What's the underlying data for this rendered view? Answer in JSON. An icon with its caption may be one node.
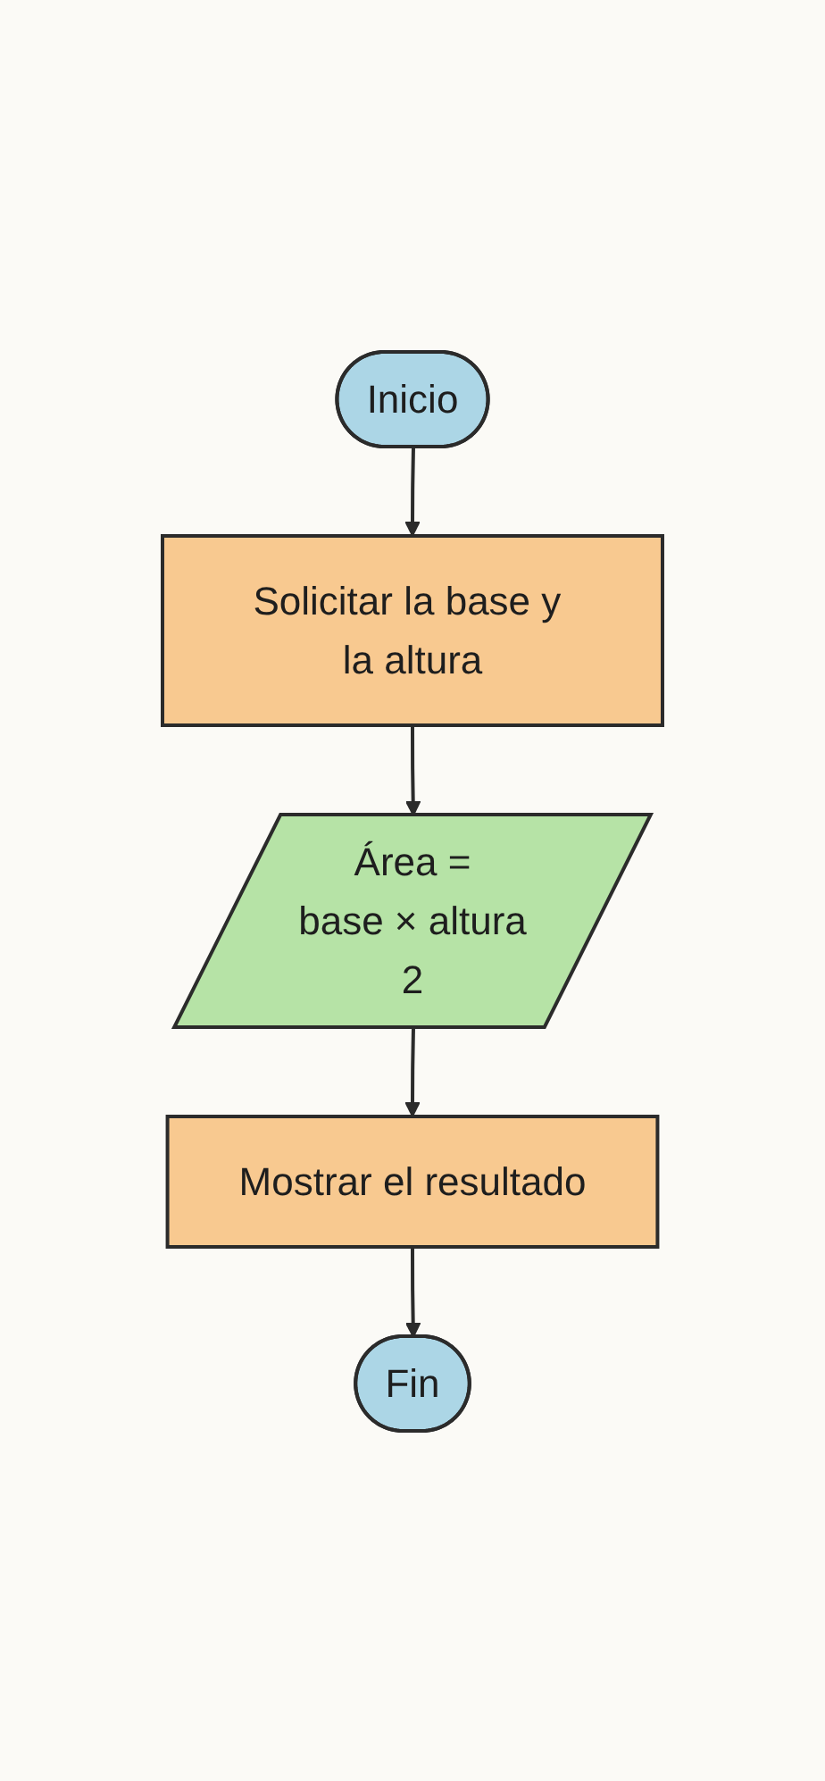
{
  "diagram": {
    "nodes": [
      {
        "text": [
          "Inicio"
        ]
      },
      {
        "text": [
          "Solicitar la base y la altura"
        ]
      },
      {
        "text": [
          "Área =",
          "base × altura",
          "2"
        ]
      },
      {
        "text": [
          "Mostrar el resultado"
        ]
      },
      {
        "text": [
          "Fin"
        ]
      }
    ],
    "edges": [
      {
        "from": 0,
        "to": 1,
        "arrow": "to"
      },
      {
        "from": 1,
        "to": 2,
        "arrow": "to"
      },
      {
        "from": 2,
        "to": 3,
        "arrow": "to"
      },
      {
        "from": 3,
        "to": 4,
        "arrow": "to"
      }
    ]
  }
}
